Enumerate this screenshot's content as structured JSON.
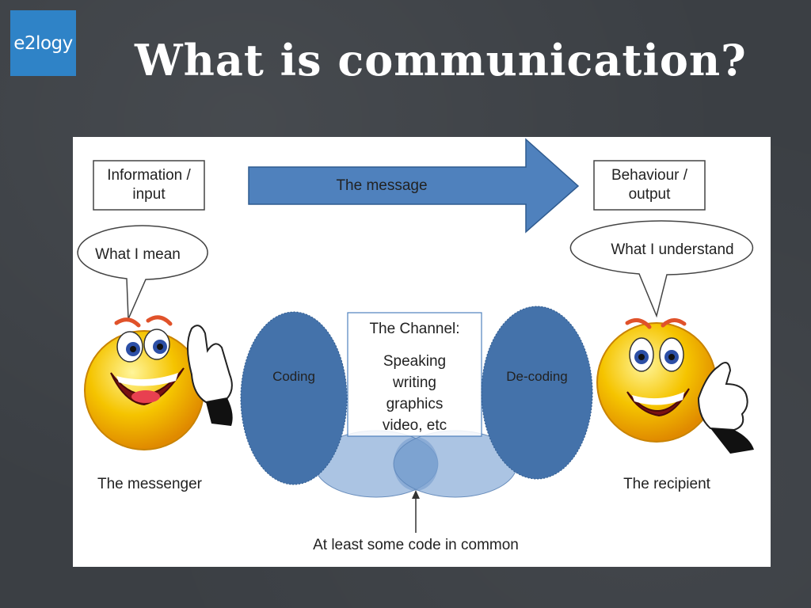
{
  "logo": {
    "text": "e2logy"
  },
  "slide": {
    "title": "What is communication?"
  },
  "diagram": {
    "input_box": {
      "line1": "Information /",
      "line2": "input"
    },
    "output_box": {
      "line1": "Behaviour /",
      "line2": "output"
    },
    "message_arrow": {
      "label": "The message"
    },
    "bubble_left": {
      "text": "What I mean"
    },
    "bubble_right": {
      "text": "What I understand"
    },
    "coding": {
      "label": "Coding"
    },
    "decoding": {
      "label": "De-coding"
    },
    "channel": {
      "title": "The Channel:",
      "items": [
        "Speaking",
        "writing",
        "graphics",
        "video, etc"
      ]
    },
    "messenger": {
      "label": "The messenger"
    },
    "recipient": {
      "label": "The recipient"
    },
    "common_code": {
      "label": "At least some code in common"
    },
    "colors": {
      "arrow_fill": "#4f81bd",
      "ellipse_fill": "#4472aa",
      "overlap_fill": "#8fb0da",
      "face_yellow": "#f5c400",
      "logo_bg": "#2f83c7"
    }
  }
}
